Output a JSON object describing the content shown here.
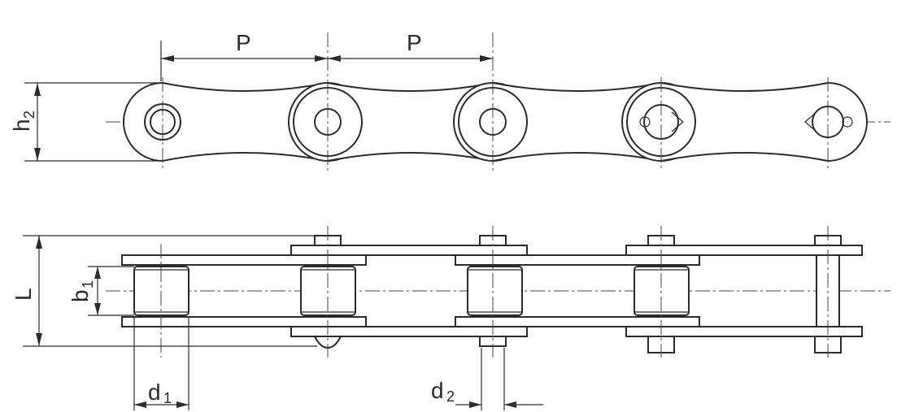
{
  "labels": {
    "pitch_left": "P",
    "pitch_right": "P",
    "h2_main": "h",
    "h2_sub": "2",
    "L": "L",
    "b1_main": "b",
    "b1_sub": "1",
    "d1_main": "d",
    "d1_sub": "1",
    "d2_main": "d",
    "d2_sub": "2"
  }
}
